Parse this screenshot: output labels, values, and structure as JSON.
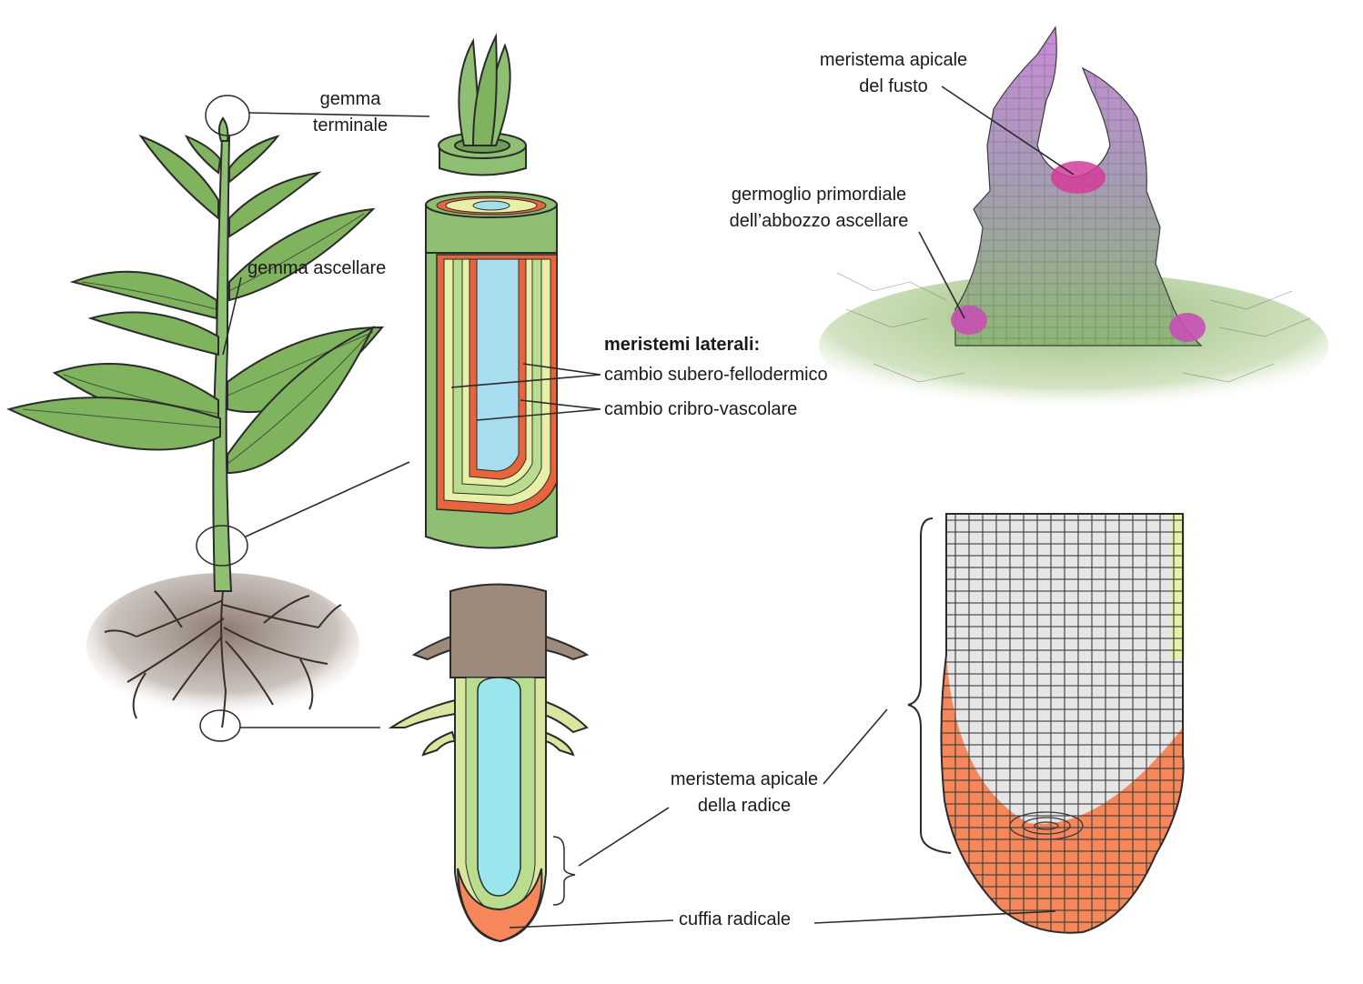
{
  "labels": {
    "terminal_bud": {
      "line1": "gemma",
      "line2": "terminale"
    },
    "axillary_bud": "gemma ascellare",
    "lateral_meristems": {
      "heading": "meristemi laterali:",
      "cork_cambium": "cambio subero-fellodermico",
      "vascular_cambium": "cambio cribro-vascolare"
    },
    "shoot_apical_meristem": {
      "line1": "meristema apicale",
      "line2": "del fusto"
    },
    "axillary_primordium": {
      "line1": "germoglio primordiale",
      "line2": "dell’abbozzo ascellare"
    },
    "root_apical_meristem": {
      "line1": "meristema apicale",
      "line2": "della radice"
    },
    "root_cap": "cuffia radicale"
  },
  "colors": {
    "stem_green": "#8fbf72",
    "leaf_green": "#7fb35e",
    "outline": "#2b2b2b",
    "xylem_blue": "#a8dcef",
    "cambium_red": "#e8643c",
    "pale_yellow": "#e8f0a8",
    "meristem_pink": "#d66fd0",
    "root_cap_orange": "#f5875a",
    "root_grey": "#e6e6e6",
    "soil_brown": "#8a7a6e"
  }
}
